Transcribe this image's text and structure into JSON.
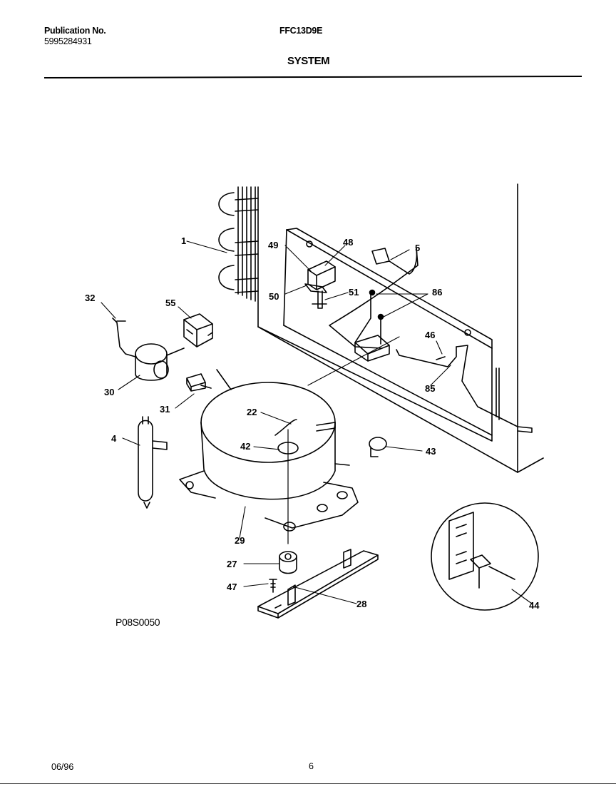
{
  "header": {
    "publication_label": "Publication No.",
    "publication_number": "5995284931",
    "model": "FFC13D9E",
    "section_title": "SYSTEM"
  },
  "figure_code": "P08S0050",
  "footer": {
    "date": "06/96",
    "page_number": "6"
  },
  "callouts": [
    {
      "id": "c1",
      "text": "1"
    },
    {
      "id": "c49",
      "text": "49"
    },
    {
      "id": "c48",
      "text": "48"
    },
    {
      "id": "c5",
      "text": "5"
    },
    {
      "id": "c50",
      "text": "50"
    },
    {
      "id": "c51",
      "text": "51"
    },
    {
      "id": "c86",
      "text": "86"
    },
    {
      "id": "c32",
      "text": "32"
    },
    {
      "id": "c55",
      "text": "55"
    },
    {
      "id": "c46",
      "text": "46"
    },
    {
      "id": "c85",
      "text": "85"
    },
    {
      "id": "c30",
      "text": "30"
    },
    {
      "id": "c31",
      "text": "31"
    },
    {
      "id": "c22",
      "text": "22"
    },
    {
      "id": "c4",
      "text": "4"
    },
    {
      "id": "c42",
      "text": "42"
    },
    {
      "id": "c43",
      "text": "43"
    },
    {
      "id": "c29",
      "text": "29"
    },
    {
      "id": "c27",
      "text": "27"
    },
    {
      "id": "c47",
      "text": "47"
    },
    {
      "id": "c28",
      "text": "28"
    },
    {
      "id": "c44",
      "text": "44"
    }
  ]
}
